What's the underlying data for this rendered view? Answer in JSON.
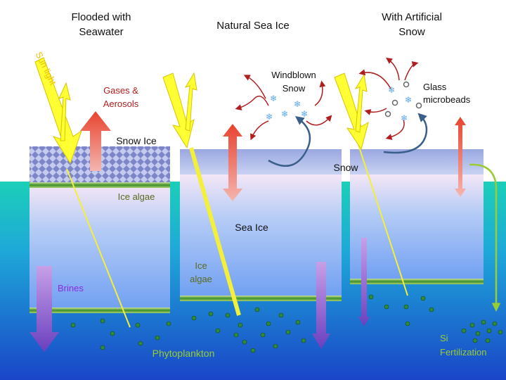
{
  "columns": {
    "flooded_title_line1": "Flooded with",
    "flooded_title_line2": "Seawater",
    "natural_title": "Natural Sea Ice",
    "artificial_title_line1": "With Artificial",
    "artificial_title_line2": "Snow"
  },
  "labels": {
    "sun_light": "Sun light",
    "gases_line1": "Gases &",
    "gases_line2": "Aerosols",
    "snow_ice": "Snow Ice",
    "ice_algae_left": "Ice algae",
    "brines": "Brines",
    "phytoplankton": "Phytoplankton",
    "windblown_line1": "Windblown",
    "windblown_line2": "Snow",
    "sea_ice": "Sea Ice",
    "ice_algae_mid_line1": "Ice",
    "ice_algae_mid_line2": "algae",
    "snow_right": "Snow",
    "glass_line1": "Glass",
    "glass_line2": "microbeads",
    "si_line1": "Si",
    "si_line2": "Fertilization"
  },
  "colors": {
    "gases_text": "#b01e1e",
    "ice_algae_text": "#5a6a1e",
    "brines_text": "#8a2be2",
    "phyto_text": "#9acd32",
    "sun_yellow": "#ffff33",
    "ocean_top": "#19c7b4",
    "ocean_bottom": "#1a4fc9"
  },
  "icons": {
    "snowflake": "❄"
  }
}
